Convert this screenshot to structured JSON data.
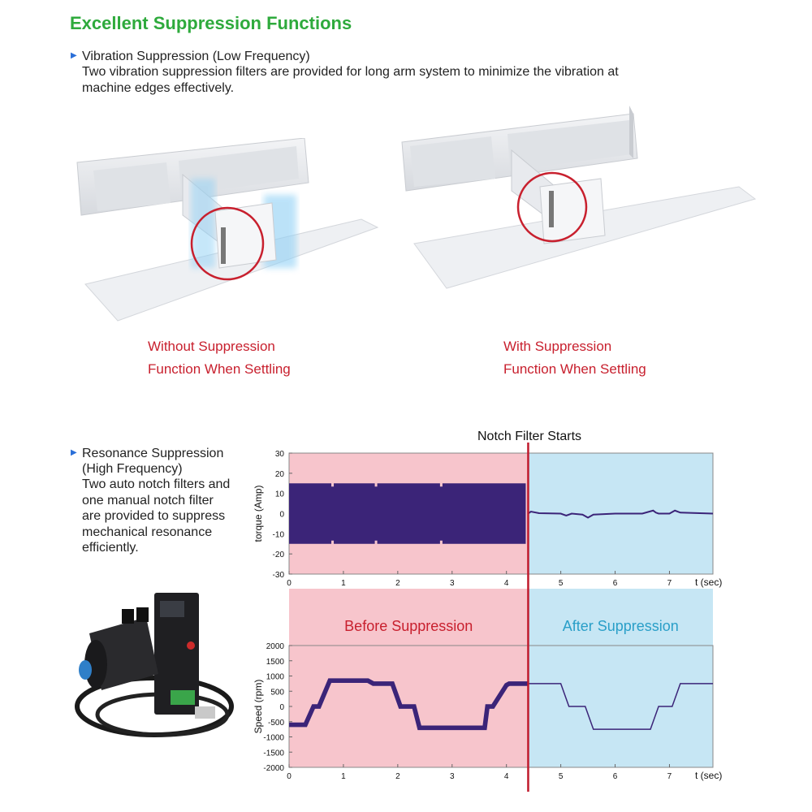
{
  "heading": "Excellent Suppression Functions",
  "vibration": {
    "title": "Vibration Suppression (Low Frequency)",
    "body_line1": "Two vibration suppression filters are provided for long arm system to minimize the vibration at",
    "body_line2": "machine edges effectively.",
    "caption_left_1": "Without Suppression",
    "caption_left_2": "Function When Settling",
    "caption_right_1": "With Suppression",
    "caption_right_2": "Function When Settling"
  },
  "resonance": {
    "title_1": "Resonance Suppression",
    "title_2": "(High Frequency)",
    "body": [
      "Two auto notch filters and",
      "one manual notch filter",
      "are provided to suppress",
      "mechanical resonance",
      "efficiently."
    ]
  },
  "colors": {
    "heading": "#2eaa3c",
    "caption": "#c8202e",
    "before_bg": "#f7c5cc",
    "after_bg": "#c6e6f4",
    "signal": "#3b2478",
    "notch_line": "#c01a2c",
    "after_text": "#2a9fc8",
    "before_text": "#c8202e"
  },
  "chart_data": [
    {
      "type": "line",
      "title": "Notch Filter Starts",
      "ylabel": "torque (Amp)",
      "xlabel": "t (sec)",
      "xlim": [
        0,
        7.8
      ],
      "ylim": [
        -30,
        30
      ],
      "xticks": [
        0,
        1,
        2,
        3,
        4,
        5,
        6,
        7
      ],
      "yticks": [
        30,
        20,
        10,
        0,
        -10,
        -20,
        -30
      ],
      "notch_start": 4.4,
      "region_before": "Before Suppression",
      "region_after": "After Suppression",
      "before_envelope": {
        "upper": 15,
        "lower": -15,
        "dips_at": [
          0.8,
          1.6,
          2.8
        ]
      },
      "after": {
        "x": [
          4.4,
          4.45,
          4.6,
          5.0,
          5.1,
          5.2,
          5.4,
          5.5,
          5.6,
          6.0,
          6.5,
          6.7,
          6.75,
          6.8,
          7.0,
          7.1,
          7.2,
          7.8
        ],
        "y": [
          0,
          1,
          0.2,
          0,
          -1,
          0,
          -0.5,
          -2,
          -0.5,
          0,
          0,
          1.5,
          0.5,
          0,
          0,
          1.5,
          0.5,
          0
        ]
      }
    },
    {
      "type": "line",
      "ylabel": "Speed (rpm)",
      "xlabel": "t (sec)",
      "xlim": [
        0,
        7.8
      ],
      "ylim": [
        -2000,
        2000
      ],
      "xticks": [
        0,
        1,
        2,
        3,
        4,
        5,
        6,
        7
      ],
      "yticks": [
        2000,
        1500,
        1000,
        500,
        0,
        -500,
        -1000,
        -1500,
        -2000
      ],
      "notch_start": 4.4,
      "before": {
        "x": [
          0,
          0.3,
          0.45,
          0.55,
          0.75,
          0.85,
          1.45,
          1.55,
          1.9,
          2.05,
          2.3,
          2.4,
          3.5,
          3.6,
          3.65,
          3.75,
          4.0,
          4.05,
          4.4
        ],
        "y": [
          -600,
          -600,
          0,
          0,
          850,
          850,
          850,
          750,
          750,
          0,
          0,
          -700,
          -700,
          -700,
          0,
          0,
          700,
          750,
          750
        ],
        "band": 150
      },
      "after": {
        "x": [
          4.4,
          5.0,
          5.15,
          5.45,
          5.6,
          6.65,
          6.8,
          7.05,
          7.2,
          7.8
        ],
        "y": [
          750,
          750,
          0,
          0,
          -750,
          -750,
          0,
          0,
          750,
          750
        ]
      }
    }
  ]
}
